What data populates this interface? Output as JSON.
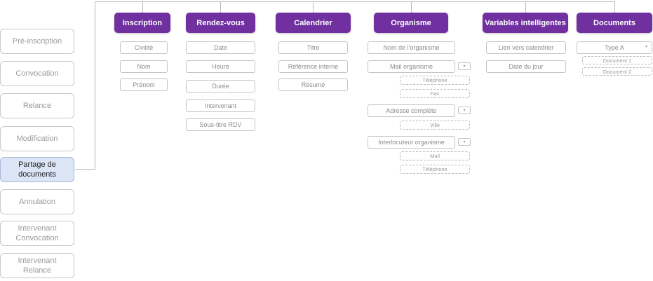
{
  "sidebar": {
    "items": [
      {
        "label": "Pré-inscription"
      },
      {
        "label": "Convocation"
      },
      {
        "label": "Relance"
      },
      {
        "label": "Modification"
      },
      {
        "label": "Partage de documents"
      },
      {
        "label": "Annulation"
      },
      {
        "label": "Intervenant Convocation"
      },
      {
        "label": "Intervenant Relance"
      }
    ]
  },
  "categories": {
    "inscription": {
      "title": "Inscription",
      "fields": [
        "Civilité",
        "Nom",
        "Prénom"
      ]
    },
    "rendezvous": {
      "title": "Rendez-vous",
      "fields": [
        "Date",
        "Heure",
        "Durée",
        "Intervenant",
        "Sous-titre RDV"
      ]
    },
    "calendrier": {
      "title": "Calendrier",
      "fields": [
        "Titre",
        "Référence interne",
        "Résumé"
      ]
    },
    "organisme": {
      "title": "Organisme",
      "name_field": "Nom de l’organisme",
      "mail_field": "Mail organisme",
      "mail_subs": [
        "Téléphone",
        "Fax"
      ],
      "address_field": "Adresse complète",
      "address_subs": [
        "Ville"
      ],
      "contact_field": "Interlocuteur organisme",
      "contact_subs": [
        "Mail",
        "Téléphone"
      ]
    },
    "variables": {
      "title": "Variables intelligentes",
      "fields": [
        "Lien vers calendrier",
        "Date du jour"
      ]
    },
    "documents": {
      "title": "Documents",
      "type_select": "Type A",
      "subs": [
        "Document 1",
        "Document 2"
      ]
    }
  },
  "icons": {
    "dropdown": "chevron-down-icon",
    "dropdown_glyph": "▾"
  },
  "colors": {
    "header_bg": "#7030a0",
    "header_text": "#ffffff",
    "active_item_bg": "#dbe5f5",
    "border": "#c4c4c4",
    "muted_text": "#8c8c8c"
  }
}
